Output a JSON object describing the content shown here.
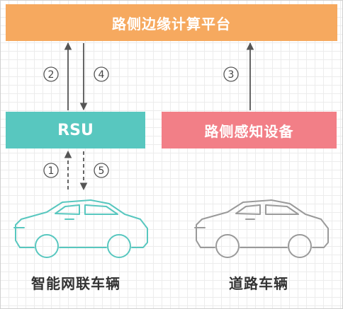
{
  "platform_label": "路侧边缘计算平台",
  "rsu_label": "RSU",
  "sensor_label": "路侧感知设备",
  "vehicle_connected_label": "智能网联车辆",
  "vehicle_road_label": "道路车辆",
  "steps": [
    "1",
    "2",
    "3",
    "4",
    "5"
  ],
  "colors": {
    "platform": "#f6a95f",
    "rsu": "#58c7bf",
    "sensor": "#f27f87",
    "connected_car_outline": "#58c7bf",
    "road_car_outline": "#9a9a9a"
  },
  "icons": [
    "connected-car-icon",
    "road-car-icon"
  ]
}
